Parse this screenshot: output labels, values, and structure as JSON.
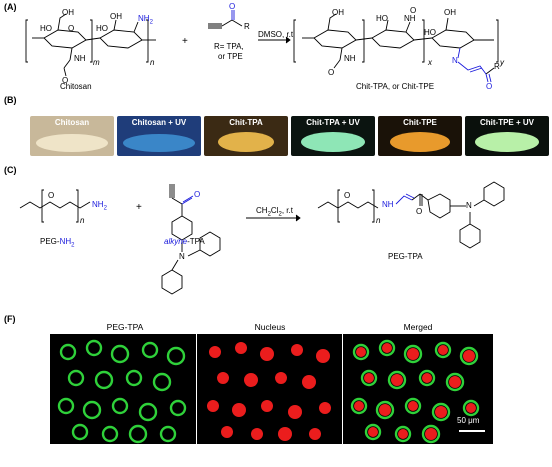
{
  "panels": {
    "A": "(A)",
    "B": "(B)",
    "C": "(C)",
    "F": "(F)"
  },
  "scheme_a": {
    "reactant_name": "Chitosan",
    "plus": "+",
    "r_group": "R= TPA,",
    "r_group2": "or TPE",
    "conditions": "DMSO, r.t",
    "product_name": "Chit-TPA, or Chit-TPE",
    "labels": {
      "oh": "OH",
      "ho": "HO",
      "o": "O",
      "nh": "NH",
      "nh2": "NH",
      "nh2_sub": "2",
      "n": "N",
      "h": "H",
      "r": "R",
      "m": "m",
      "n_sub": "n",
      "x": "x",
      "y": "y"
    }
  },
  "photos": [
    {
      "label": "Chitosan",
      "bg": "#c8b89a",
      "fill": "#efe4c8"
    },
    {
      "label": "Chitosan + UV",
      "bg": "#1f3d7a",
      "fill": "#3a86c8"
    },
    {
      "label": "Chit-TPA",
      "bg": "#3b2a14",
      "fill": "#e2b24a"
    },
    {
      "label": "Chit-TPA + UV",
      "bg": "#0b1410",
      "fill": "#8ee6b6"
    },
    {
      "label": "Chit-TPE",
      "bg": "#1a1208",
      "fill": "#e89a2c"
    },
    {
      "label": "Chit-TPE + UV",
      "bg": "#0a100c",
      "fill": "#b8f0a8"
    }
  ],
  "scheme_c": {
    "peg_label": "PEG-",
    "peg_label_blue": "NH",
    "peg_label_sub": "2",
    "alkyne_label": "alkyne",
    "alkyne_label2": "-TPA",
    "conditions": "CH",
    "conditions_sub": "2",
    "conditions2": "Cl",
    "conditions_sub2": "2",
    "conditions3": ", r.t",
    "product": "PEG-TPA",
    "atoms": {
      "nh2": "NH",
      "o": "O",
      "n": "N",
      "h": "H",
      "n_rep": "n"
    }
  },
  "microscopy": {
    "captions": [
      "PEG-TPA",
      "Nucleus",
      "Merged"
    ],
    "scale_bar": "50 μm",
    "colors": {
      "green": "#2fd13a",
      "red": "#ff2020",
      "bg": "#000000"
    }
  }
}
